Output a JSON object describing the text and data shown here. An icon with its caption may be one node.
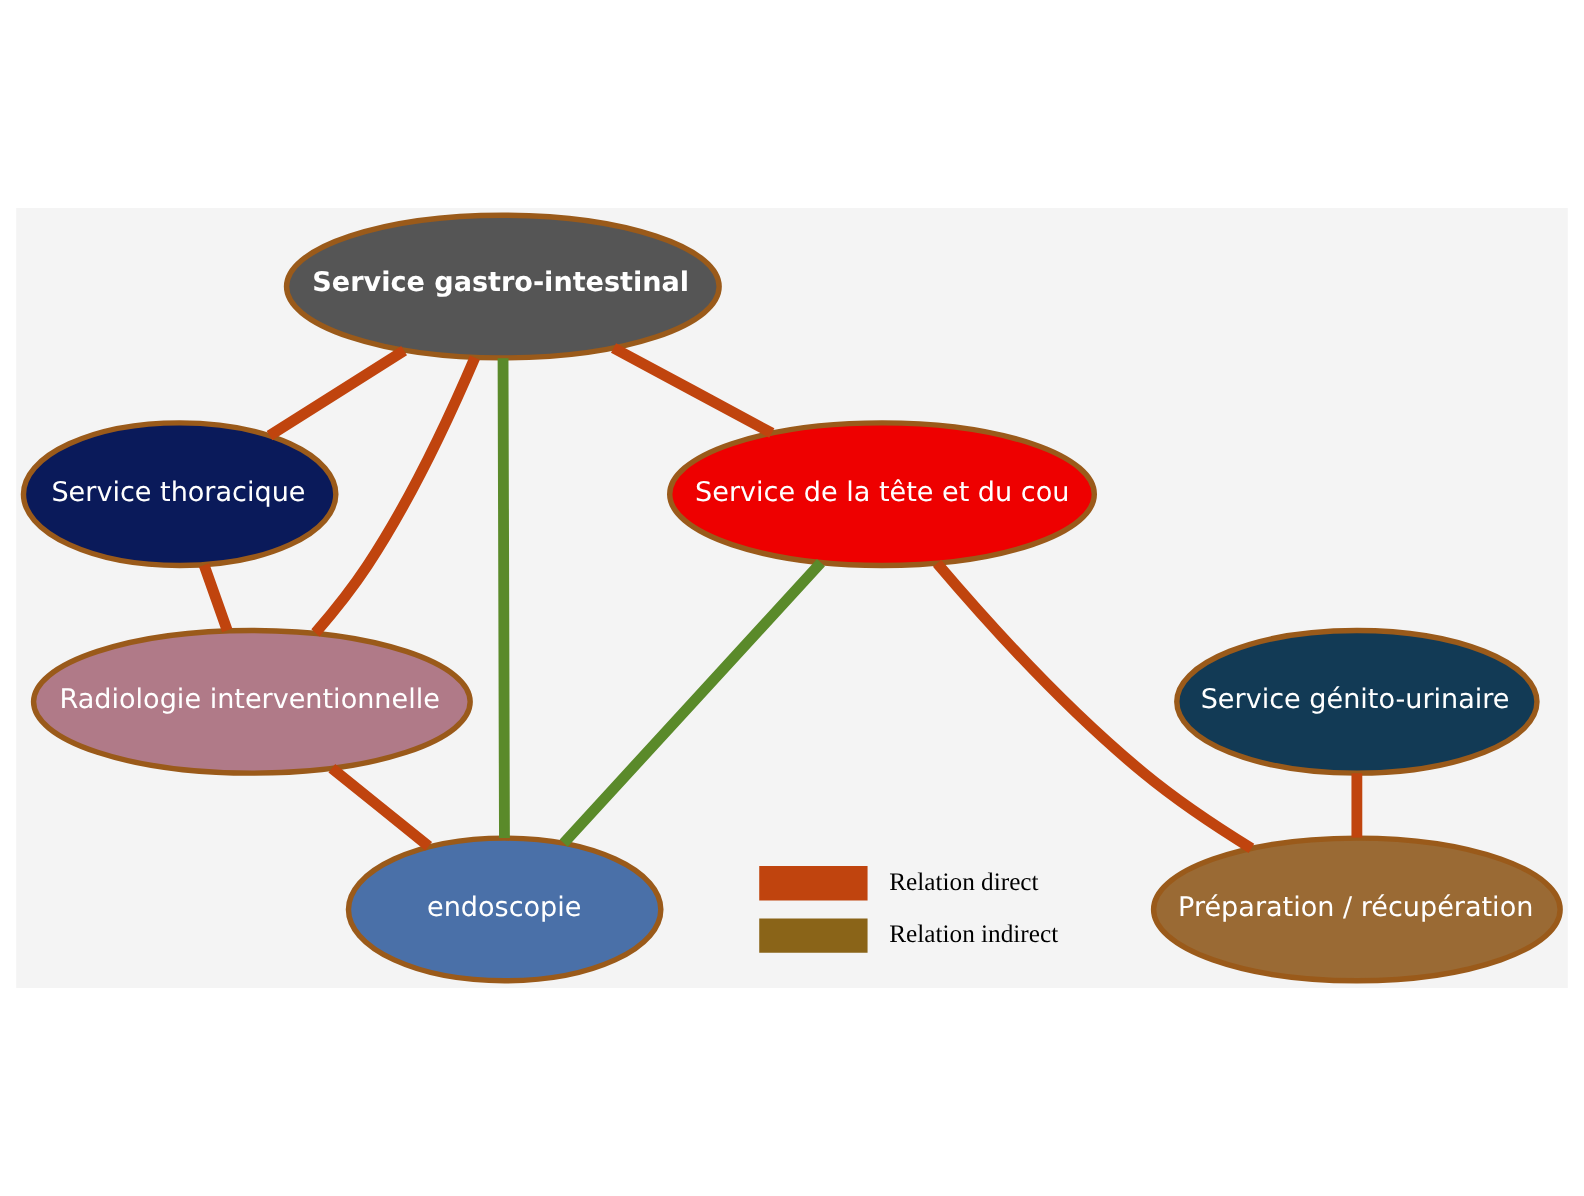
{
  "diagram": {
    "nodes": [
      {
        "text": [
          "Service gastro-intestinal"
        ]
      },
      {
        "text": [
          "Service de la tête et du cou"
        ]
      },
      {
        "text": [
          "Service thoracique"
        ]
      },
      {
        "text": [
          "Service génito-urinaire"
        ]
      },
      {
        "text": [
          "Radiologie interventionnelle"
        ]
      },
      {
        "text": [
          "Préparation / récupération"
        ]
      },
      {
        "text": [
          "endoscopie"
        ]
      }
    ],
    "edges": [
      {
        "from": 1,
        "to": 0,
        "arrow": "none"
      },
      {
        "from": 0,
        "to": 2,
        "arrow": "none"
      },
      {
        "from": 0,
        "to": 4,
        "arrow": "none"
      },
      {
        "from": 2,
        "to": 4,
        "arrow": "none"
      },
      {
        "from": 1,
        "to": 5,
        "arrow": "none"
      },
      {
        "from": 3,
        "to": 5,
        "arrow": "none"
      },
      {
        "from": 4,
        "to": 6,
        "arrow": "none"
      },
      {
        "from": 1,
        "to": 6,
        "arrow": "none",
        "color": "#5a8a2a"
      },
      {
        "from": 0,
        "to": 6,
        "arrow": "none",
        "color": "#5a8a2a"
      }
    ],
    "legend": [
      {
        "text": "Relation direct",
        "color": "#c0440e"
      },
      {
        "text": "Relation indirect",
        "color": "#8a6418"
      }
    ]
  }
}
